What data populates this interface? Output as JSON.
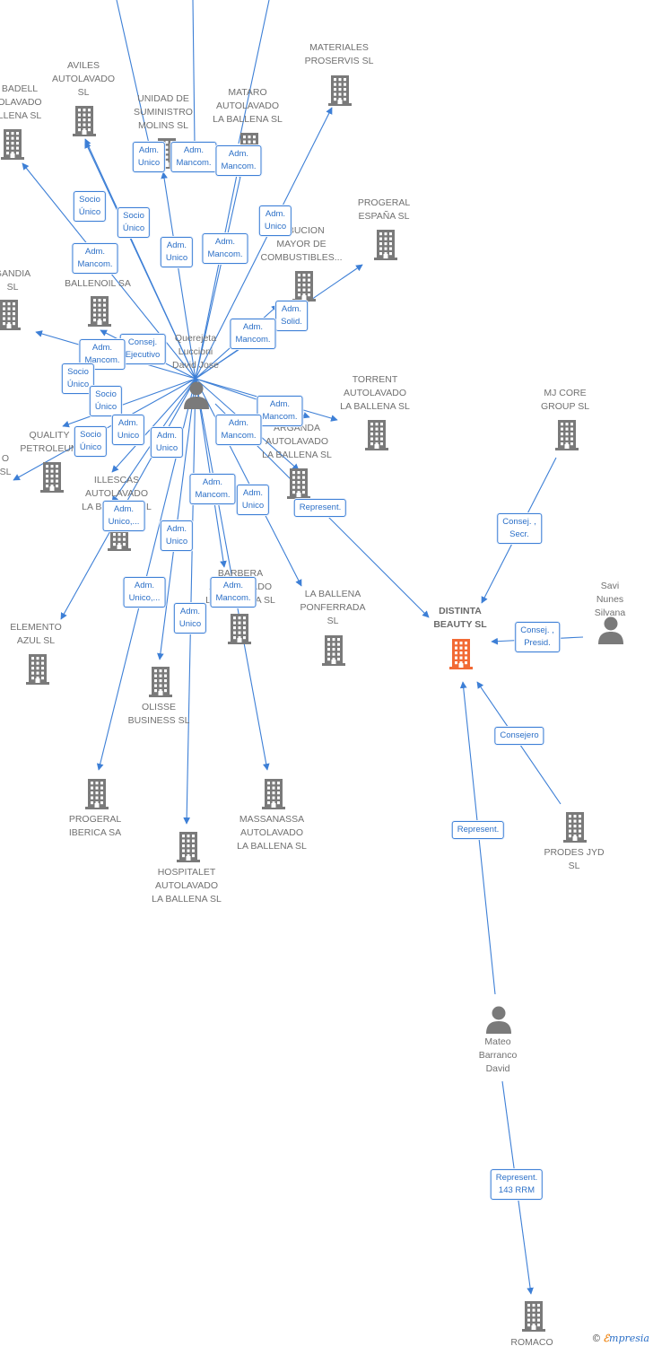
{
  "colors": {
    "edge": "#3d7fd6",
    "company_icon": "#7a7a7a",
    "main_company_icon": "#f26a35",
    "person_icon": "#7a7a7a"
  },
  "companies": [
    {
      "id": "c_materiales",
      "label": "MATERIALES\nPROSERVIS  SL"
    },
    {
      "id": "c_aviles",
      "label": "AVILES\nAUTOLAVADO\nSL"
    },
    {
      "id": "c_sabadell",
      "label": "BADELL\nOLAVADO\nLLENA SL"
    },
    {
      "id": "c_unidad",
      "label": "UNIDAD DE\nSUMINISTRO\nMOLINS SL"
    },
    {
      "id": "c_mataro",
      "label": "MATARO\nAUTOLAVADO\nLA BALLENA SL"
    },
    {
      "id": "c_progeral_es",
      "label": "PROGERAL\nESPAÑA SL"
    },
    {
      "id": "c_distrib",
      "label": "RIBUCION\nMAYOR DE\nCOMBUSTIBLES..."
    },
    {
      "id": "c_gandia",
      "label": "GANDIA\nSL"
    },
    {
      "id": "c_ballenoil",
      "label": "BALLENOIL SA"
    },
    {
      "id": "c_torrent",
      "label": "TORRENT\nAUTOLAVADO\nLA BALLENA  SL"
    },
    {
      "id": "c_mjcore",
      "label": "MJ CORE\nGROUP  SL"
    },
    {
      "id": "c_quality",
      "label": "QUALITY\nPETROLEUM"
    },
    {
      "id": "c_o_sl",
      "label": "O\nSL"
    },
    {
      "id": "c_arganda",
      "label": "ARGANDA\nAUTOLAVADO\nLA BALLENA  SL"
    },
    {
      "id": "c_illescas",
      "label": "ILLESCAS\nAUTOLAVADO\nLA BALLENA  SL"
    },
    {
      "id": "c_barbera",
      "label": "BARBERA\nAUTOLAVADO\nLA BALLENA  SL"
    },
    {
      "id": "c_ponferrada",
      "label": "LA BALLENA\nPONFERRADA\nSL"
    },
    {
      "id": "c_distinta",
      "label": "DISTINTA\nBEAUTY  SL",
      "main": true
    },
    {
      "id": "c_elemento",
      "label": "ELEMENTO\nAZUL SL"
    },
    {
      "id": "c_olisse",
      "label": "OLISSE\nBUSINESS  SL"
    },
    {
      "id": "c_progeral_ib",
      "label": "PROGERAL\nIBERICA SA"
    },
    {
      "id": "c_massanassa",
      "label": "MASSANASSA\nAUTOLAVADO\nLA BALLENA  SL"
    },
    {
      "id": "c_hospitalet",
      "label": "HOSPITALET\nAUTOLAVADO\nLA BALLENA  SL"
    },
    {
      "id": "c_prodes",
      "label": "PRODES JYD\nSL"
    },
    {
      "id": "c_romaco",
      "label": "ROMACO"
    }
  ],
  "persons": [
    {
      "id": "p_querejeta",
      "label": "Querejeta\nLuccioni\nDavid Jose"
    },
    {
      "id": "p_savi",
      "label": "Savi Nunes\nSilvana"
    },
    {
      "id": "p_mateo",
      "label": "Mateo\nBarranco\nDavid"
    }
  ],
  "roles": [
    {
      "id": "r1",
      "text": "Adm.\nUnico"
    },
    {
      "id": "r2",
      "text": "Adm.\nMancom."
    },
    {
      "id": "r3",
      "text": "Adm.\nMancom."
    },
    {
      "id": "r4",
      "text": "Socio\nÚnico"
    },
    {
      "id": "r5",
      "text": "Socio\nÚnico"
    },
    {
      "id": "r6",
      "text": "Adm.\nUnico"
    },
    {
      "id": "r7",
      "text": "Adm.\nMancom."
    },
    {
      "id": "r8",
      "text": "Adm.\nMancom."
    },
    {
      "id": "r9",
      "text": "Adm.\nUnico"
    },
    {
      "id": "r10",
      "text": "Adm.\nSolid."
    },
    {
      "id": "r11",
      "text": "Adm.\nMancom."
    },
    {
      "id": "r12",
      "text": "Consej.\nEjecutivo"
    },
    {
      "id": "r13",
      "text": "Adm.\nMancom."
    },
    {
      "id": "r14",
      "text": "Socio\nÚnico"
    },
    {
      "id": "r15",
      "text": "Socio\nÚnico"
    },
    {
      "id": "r16",
      "text": "Adm.\nUnico"
    },
    {
      "id": "r17",
      "text": "Socio\nÚnico"
    },
    {
      "id": "r18",
      "text": "Adm.\nUnico"
    },
    {
      "id": "r19",
      "text": "Adm.\nMancom."
    },
    {
      "id": "r20",
      "text": "Adm.\nMancom."
    },
    {
      "id": "r21",
      "text": "Adm.\nUnico,..."
    },
    {
      "id": "r22",
      "text": "Adm.\nMancom."
    },
    {
      "id": "r23",
      "text": "Adm.\nUnico"
    },
    {
      "id": "r24",
      "text": "Represent."
    },
    {
      "id": "r25",
      "text": "Adm.\nUnico"
    },
    {
      "id": "r26",
      "text": "Adm.\nUnico,..."
    },
    {
      "id": "r27",
      "text": "Adm.\nMancom."
    },
    {
      "id": "r28",
      "text": "Adm.\nUnico"
    },
    {
      "id": "r29",
      "text": "Consej. ,\nSecr."
    },
    {
      "id": "r30",
      "text": "Consej. ,\nPresid."
    },
    {
      "id": "r31",
      "text": "Consejero"
    },
    {
      "id": "r32",
      "text": "Represent."
    },
    {
      "id": "r33",
      "text": "Represent.\n143 RRM"
    }
  ],
  "brand": {
    "copyright": "©",
    "initial": "ℰ",
    "name": "mpresia"
  }
}
